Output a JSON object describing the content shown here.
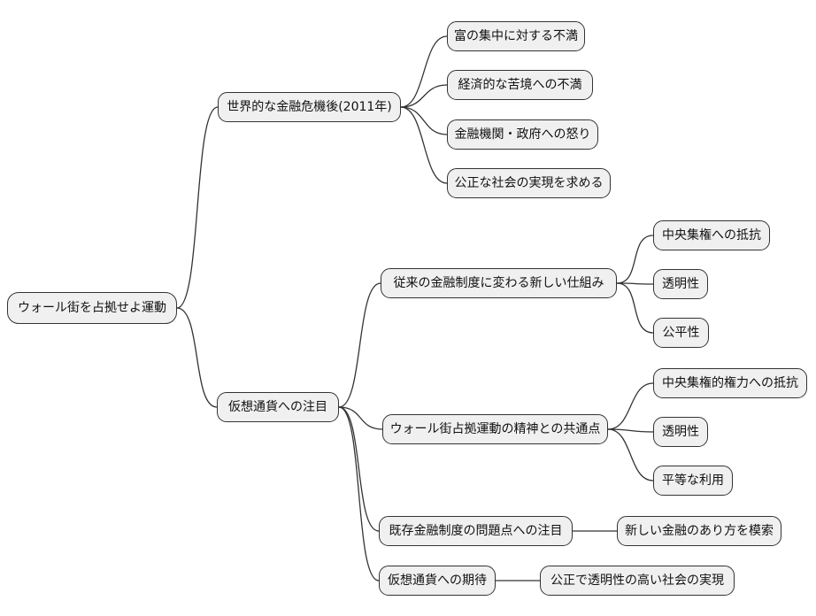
{
  "style": {
    "background": "#ffffff",
    "node_fill": "#f0f0f0",
    "node_border": "#333333",
    "edge_color": "#333333",
    "text_color": "#111111"
  },
  "tree": {
    "label": "ウォール街を占拠せよ運動",
    "children": [
      {
        "label": "世界的な金融危機後(2011年)",
        "children": [
          {
            "label": "富の集中に対する不満",
            "children": []
          },
          {
            "label": "経済的な苦境への不満",
            "children": []
          },
          {
            "label": "金融機関・政府への怒り",
            "children": []
          },
          {
            "label": "公正な社会の実現を求める",
            "children": []
          }
        ]
      },
      {
        "label": "仮想通貨への注目",
        "children": [
          {
            "label": "従来の金融制度に変わる新しい仕組み",
            "children": [
              {
                "label": "中央集権への抵抗",
                "children": []
              },
              {
                "label": "透明性",
                "children": []
              },
              {
                "label": "公平性",
                "children": []
              }
            ]
          },
          {
            "label": "ウォール街占拠運動の精神との共通点",
            "children": [
              {
                "label": "中央集権的権力への抵抗",
                "children": []
              },
              {
                "label": "透明性",
                "children": []
              },
              {
                "label": "平等な利用",
                "children": []
              }
            ]
          },
          {
            "label": "既存金融制度の問題点への注目",
            "children": [
              {
                "label": "新しい金融のあり方を模索",
                "children": []
              }
            ]
          },
          {
            "label": "仮想通貨への期待",
            "children": [
              {
                "label": "公正で透明性の高い社会の実現",
                "children": []
              }
            ]
          }
        ]
      }
    ]
  }
}
